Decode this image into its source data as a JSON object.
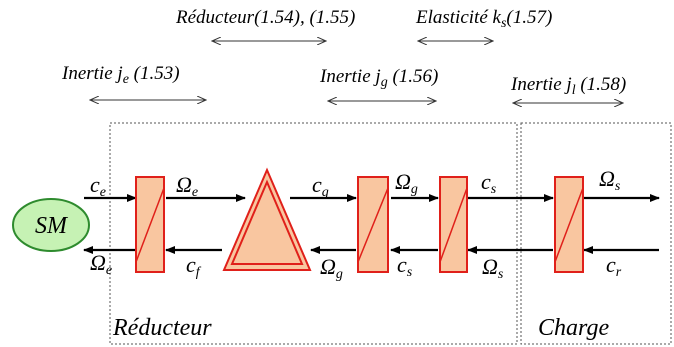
{
  "annotations": {
    "reducteur_ref": "Réducteur(1.54), (1.55)",
    "elasticite_label": "Elasticité k",
    "elasticite_sub": "s",
    "elasticite_ref": "(1.57)",
    "inertie_je_label": "Inertie j",
    "inertie_je_sub": "e",
    "inertie_je_ref": " (1.53)",
    "inertie_jg_label": "Inertie j",
    "inertie_jg_sub": "g",
    "inertie_jg_ref": " (1.56)",
    "inertie_jl_label": "Inertie j",
    "inertie_jl_sub": "l",
    "inertie_jl_ref": " (1.58)"
  },
  "source": {
    "label": "SM",
    "fill": "#c6f2b4",
    "stroke": "#2e8b2e"
  },
  "colors": {
    "block_fill": "#f9c6a0",
    "block_stroke": "#e0201a"
  },
  "signals": {
    "ce": {
      "main": "c",
      "sub": "e"
    },
    "Omega_e_top": {
      "main": "Ω",
      "sub": "e"
    },
    "cg": {
      "main": "c",
      "sub": "g"
    },
    "Omega_g_top": {
      "main": "Ω",
      "sub": "g"
    },
    "cs_top": {
      "main": "c",
      "sub": "s"
    },
    "Omega_s_top": {
      "main": "Ω",
      "sub": "s"
    },
    "Omega_e_bot": {
      "main": "Ω",
      "sub": "e"
    },
    "cf": {
      "main": "c",
      "sub": "f"
    },
    "Omega_g_bot": {
      "main": "Ω",
      "sub": "g"
    },
    "cs_bot": {
      "main": "c",
      "sub": "s"
    },
    "Omega_s_bot": {
      "main": "Ω",
      "sub": "s"
    },
    "cr": {
      "main": "c",
      "sub": "r"
    }
  },
  "regions": {
    "reducteur": "Réducteur",
    "charge": "Charge"
  }
}
